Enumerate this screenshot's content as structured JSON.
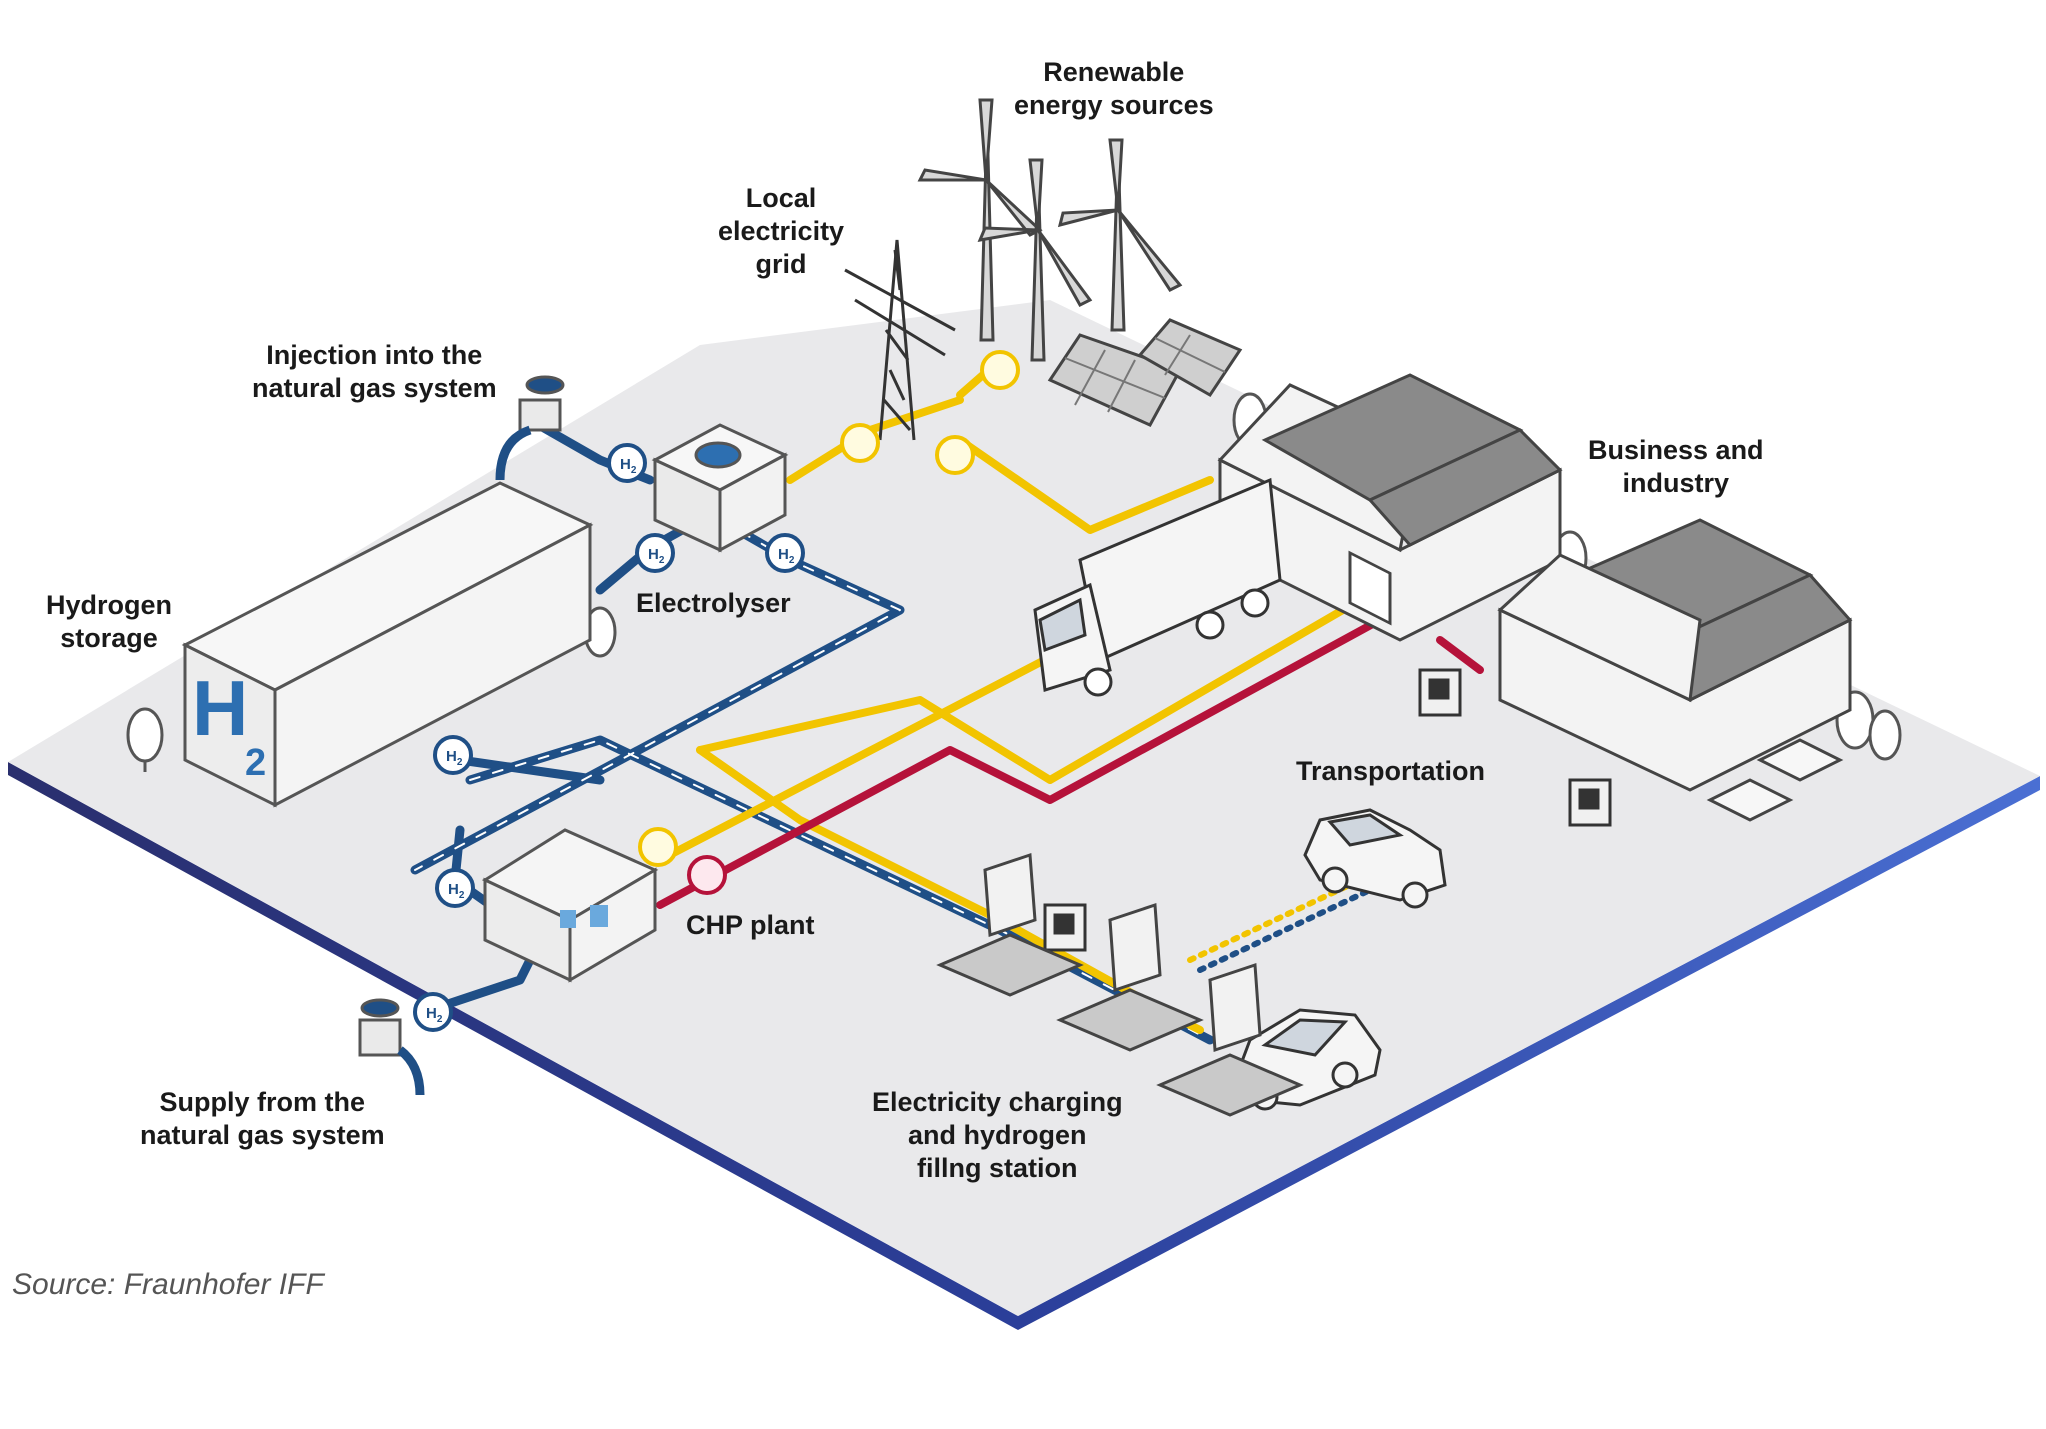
{
  "labels": {
    "renewable": "Renewable\nenergy sources",
    "grid": "Local\nelectricity\ngrid",
    "injection": "Injection into the\nnatural gas system",
    "business": "Business and\nindustry",
    "storage": "Hydrogen\nstorage",
    "electrolyser": "Electrolyser",
    "transportation": "Transportation",
    "chp": "CHP plant",
    "supply": "Supply from the\nnatural gas system",
    "station": "Electricity charging\nand hydrogen\nfillng station"
  },
  "source": "Source: Fraunhofer IFF",
  "tank_logo": "H",
  "tank_logo_sub": "2",
  "h2_badge": "H",
  "h2_badge_sub": "2",
  "colors": {
    "platform_top": "#e9e9eb",
    "platform_edge_left": "#2a2f6e",
    "platform_edge_right": "#3b63c4",
    "hydrogen_line": "#1f4f86",
    "electricity_line": "#f2c400",
    "heat_line": "#b5123a",
    "building": "#f3f3f3",
    "roof": "#8a8a8a"
  },
  "icons": [
    "wind-turbine-icon",
    "solar-panel-icon",
    "pylon-icon",
    "electrolyser-icon",
    "hydrogen-tank-icon",
    "chp-unit-icon",
    "truck-icon",
    "warehouse-icon",
    "forklift-icon",
    "car-icon",
    "charging-pump-icon",
    "tree-icon",
    "valve-icon"
  ]
}
